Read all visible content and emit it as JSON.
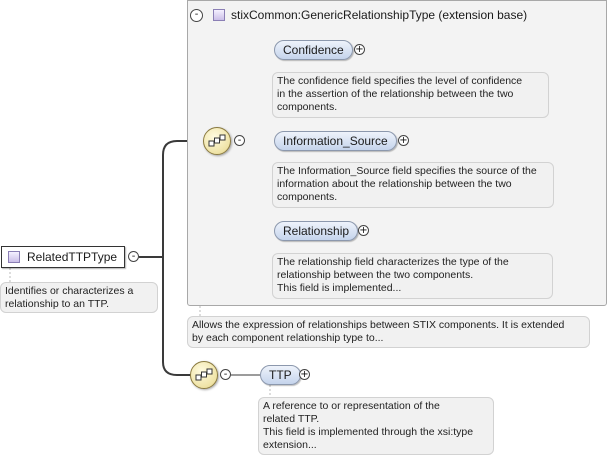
{
  "root": {
    "name": "RelatedTTPType",
    "annotation": [
      "Identifies or characterizes a",
      "relationship to an TTP."
    ],
    "collapse_symbol": "-"
  },
  "extension": {
    "title": "stixCommon:GenericRelationshipType (extension base)",
    "collapse_symbol": "-",
    "annotation": [
      "Allows the expression of relationships between STIX components. It is extended",
      "by each component relationship type to..."
    ],
    "elements": [
      {
        "name": "Confidence",
        "expand_symbol": "+",
        "annotation": [
          "The confidence field specifies the level of confidence",
          "in the assertion of the relationship between the two",
          "components."
        ]
      },
      {
        "name": "Information_Source",
        "expand_symbol": "+",
        "annotation": [
          "The Information_Source field specifies the source of the",
          "information about the relationship between the two",
          "components."
        ]
      },
      {
        "name": "Relationship",
        "expand_symbol": "+",
        "annotation": [
          "The relationship field characterizes the type of the",
          "relationship between the two components.",
          "This field is implemented..."
        ]
      }
    ]
  },
  "sequence": {
    "collapse_symbol": "-"
  },
  "ttp": {
    "name": "TTP",
    "expand_symbol": "+",
    "annotation": [
      "A reference to or representation of the",
      "related TTP.",
      "This field is implemented through the xsi:type",
      "extension..."
    ]
  },
  "colors": {
    "pill_top": "#eef3fb",
    "pill_bottom": "#c5d4ec",
    "compositor": "#efe3a6",
    "type_square": "#cbbfe8",
    "annotation_bg": "#f1f1f1"
  },
  "icons": [
    "type-square-icon",
    "sequence-compositor-icon",
    "collapse-icon",
    "expand-icon"
  ]
}
